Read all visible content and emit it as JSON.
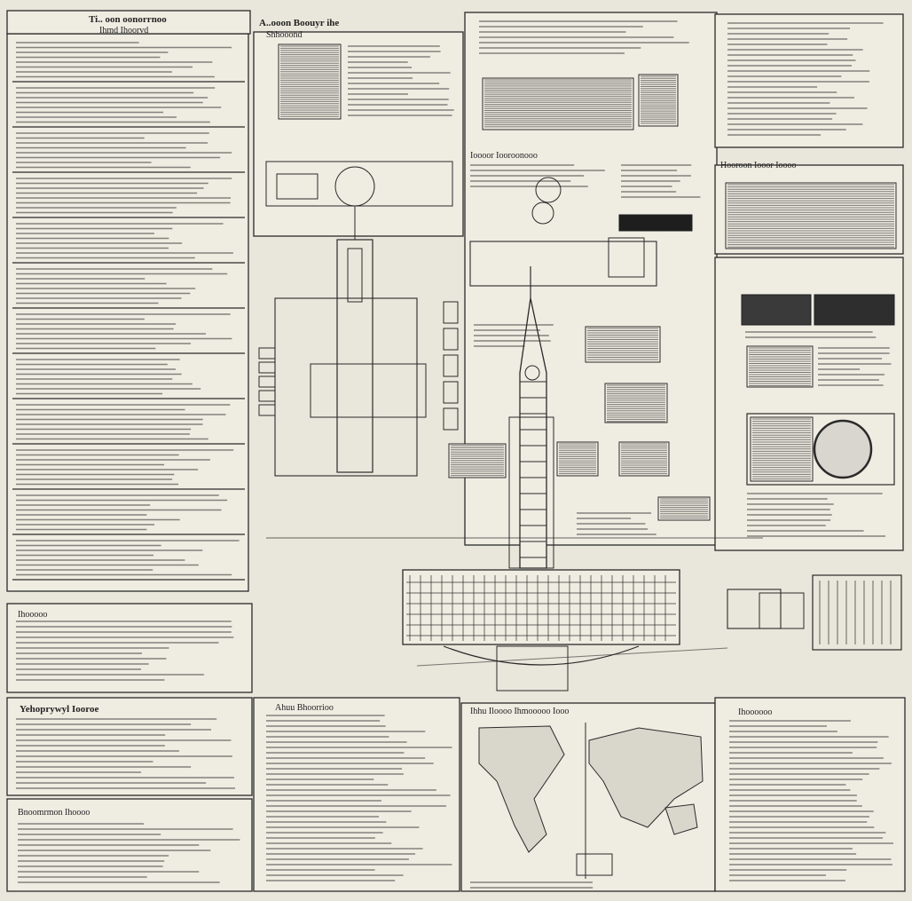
{
  "sheet": {
    "title_line1": "Ti.. oon oonorrnoo",
    "title_line2": "Ihmd Ihoorvd",
    "center_heading": "A..ooon Boouyr ihe",
    "center_subheading": "Shhooond",
    "section_mid_left": "Ioooor Iooroonooo",
    "section_right_top": "Hooroon Iooor Ioooo",
    "left_block_a": "Ihooooo",
    "left_block_b": "Yehoprywyl Iooroe",
    "left_block_c": "Bnoomrmon Ihoooo",
    "bottom_center_heading": "Ahuu Bhoorrioo",
    "bottom_map_heading": "Ihhu Iloooo Ihmooooo Iooo",
    "bottom_right_heading": "Ihoooooo"
  },
  "colors": {
    "paper": "#e9e6db",
    "panel": "#efece2",
    "ink": "#2a2a2a",
    "dark": "#1e1e1e"
  }
}
